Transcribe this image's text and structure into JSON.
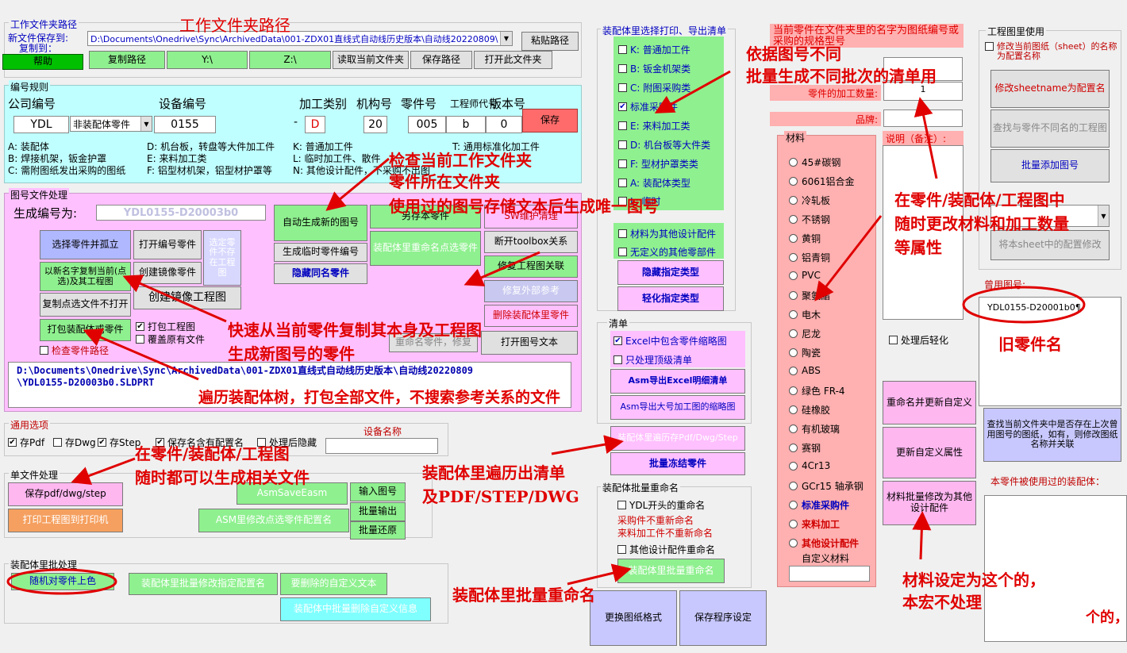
{
  "workpath": {
    "group_title": "工作文件夹路径",
    "new_save_label": "新文件保存到:",
    "copy_to_label": "复制到：",
    "path_value": "D:\\Documents\\Onedrive\\Sync\\ArchivedData\\001-ZDX01直线式自动线历史版本\\自动线20220809\\",
    "help": "帮助",
    "paste_path": "粘贴路径",
    "copy_path": "复制路径",
    "y_drive": "Y:\\",
    "z_drive": "Z:\\",
    "read_folder": "读取当前文件夹",
    "save_path": "保存路径",
    "open_folder": "打开此文件夹"
  },
  "numbering": {
    "group_title": "编号规则",
    "company_label": "公司编号",
    "device_label": "设备编号",
    "process_label": "加工类别",
    "mechanism_label": "机构号",
    "part_label": "零件号",
    "engineer_label": "工程师代号",
    "version_label": "版本号",
    "company_value": "YDL",
    "type_select": "非装配体零件",
    "device_value": "0155",
    "dash": "-",
    "process_value": "D",
    "mechanism_value": "20",
    "part_value": "005",
    "engineer_value": "b",
    "version_value": "0",
    "save": "保存",
    "legend": [
      "A: 装配体",
      "B: 焊接机架，钣金护罩",
      "C: 需附图纸发出采购的图纸",
      "D: 机台板，转盘等大件加工件",
      "E: 来料加工类",
      "F: 铝型材机架，铝型材护罩等",
      "K: 普通加工件",
      "L: 临时加工件、散件",
      "N: 其他设计配件，不采购不出图",
      "T: 通用标准化加工件"
    ]
  },
  "drawing": {
    "group_title": "图号文件处理",
    "gen_label": "生成编号为:",
    "gen_value": "YDL0155-D20003b0",
    "select_isolate": "选择零件并孤立",
    "open_numbered": "打开编号零件",
    "select_missing": "选定零件不存在工程图",
    "auto_gen": "自动生成新的图号",
    "save_as_part": "另存本零件",
    "sw_cleanup": "SW维护清理",
    "copy_new_name": "以新名字复制当前(点选)及其工程图",
    "create_mirror": "创建镜像零件",
    "gen_temp": "生成临时零件编号",
    "asm_rename_selected": "装配体里重命名点选零件",
    "break_toolbox": "断开toolbox关系",
    "hide_same_name": "隐藏同名零件",
    "create_mirror_dwg": "创建镜像工程图",
    "repair_dwg": "修复工程图关联",
    "copy_no_open": "复制点选文件不打开",
    "repair_ext": "修复外部参考",
    "pack_asm": "打包装配体或零件",
    "pack_dwg": "打包工程图",
    "overwrite": "覆盖原有文件",
    "delete_asm_part": "删除装配体里零件",
    "check_path": "检查零件路径",
    "rename_part": "重命名零件，修复",
    "open_dwg_text": "打开图号文本",
    "path_text_line1": "D:\\Documents\\Onedrive\\Sync\\ArchivedData\\001-ZDX01直线式自动线历史版本\\自动线20220809",
    "path_text_line2": "\\YDL0155-D20003b0.SLDPRT"
  },
  "general": {
    "group_title": "通用选项",
    "save_pdf": "存Pdf",
    "save_dwg": "存Dwg",
    "save_step": "存Step",
    "save_all_config": "保存名含有配置名",
    "hide_after": "处理后隐藏",
    "device_name_label": "设备名称"
  },
  "single": {
    "group_title": "单文件处理",
    "save_pdf_dwg_step": "保存pdf/dwg/step",
    "print_dwg": "打印工程图到打印机",
    "asm_save_easm": "AsmSaveEasm",
    "input_number": "输入图号",
    "batch_export": "批量输出",
    "asm_modify_config": "ASM里修改点选零件配置名",
    "batch_restore": "批量还原"
  },
  "asm_batch": {
    "group_title": "装配体里批处理",
    "random_color": "随机对零件上色",
    "batch_config": "装配体里批量修改指定配置名",
    "delete_custom": "要删除的自定义文本",
    "batch_delete_custom": "装配体中批量删除自定义信息"
  },
  "list_select": {
    "group_title": "装配体里选择打印、导出清单",
    "items": [
      {
        "label": "K: 普通加工件",
        "checked": false
      },
      {
        "label": "B: 钣金机架类",
        "checked": false
      },
      {
        "label": "C: 附图采购类",
        "checked": false
      },
      {
        "label": "标准采购件",
        "checked": true
      },
      {
        "label": "E: 来料加工类",
        "checked": false
      },
      {
        "label": "D: 机台板等大件类",
        "checked": false
      },
      {
        "label": "F: 型材护罩类类",
        "checked": false
      },
      {
        "label": "A: 装配体类型",
        "checked": false
      },
      {
        "label": "L: 临时",
        "checked": false
      }
    ],
    "material_other": "材料为其他设计配件",
    "undefined_other": "无定义的其他零部件",
    "hide_type": "隐藏指定类型",
    "lighten_type": "轻化指定类型"
  },
  "bom": {
    "group_title": "清单",
    "excel_thumb": "Excel中包含零件缩略图",
    "top_only": "只处理顶级清单",
    "export_excel": "Asm导出Excel明细清单",
    "export_big_thumb": "Asm导出大号加工图的缩略图",
    "traverse_save": "装配体里遍历存Pdf/Dwg/Step",
    "batch_freeze": "批量冻结零件"
  },
  "asm_rename": {
    "group_title": "装配体批量重命名",
    "ydl_rename": "YDL开头的重命名",
    "note1": "采购件不重新命名",
    "note2": "来料加工件不重新命名",
    "other_rename": "其他设计配件重命名",
    "batch_rename": "装配体里批量重命名",
    "change_format": "更换图纸格式",
    "save_settings": "保存程序设定"
  },
  "props": {
    "name_hint": "当前零件在文件夹里的名字为图纸编号或采购的规格型号",
    "qty_label": "零件的加工数量:",
    "qty_value": "1",
    "brand_label": "品牌:",
    "note_label": "说明（备注）:",
    "material_group": "材料",
    "materials": [
      "45#碳钢",
      "6061铝合金",
      "冷轧板",
      "不锈钢",
      "黄铜",
      "铝青铜",
      "PVC",
      "聚氨酯",
      "电木",
      "尼龙",
      "陶瓷",
      "ABS",
      "绿色 FR-4",
      "硅橡胶",
      "有机玻璃",
      "赛钢",
      "4Cr13",
      "GCr15 轴承钢"
    ],
    "mat_standard": "标准采购件",
    "mat_incoming": "来料加工",
    "mat_other": "其他设计配件",
    "custom_material": "自定义材料",
    "lighten_after": "处理后轻化",
    "rename_update": "重命名并更新自定义",
    "update_custom": "更新自定义属性",
    "batch_material": "材料批量修改为其他设计配件"
  },
  "drawing_use": {
    "group_title": "工程图里使用",
    "sheet_config": "修改当前图纸（sheet）的名称为配置名称",
    "rename_sheet": "修改sheetname为配置名",
    "find_diff": "查找与零件不同名的工程图",
    "batch_add": "批量添加图号",
    "modify_sheet_config": "将本sheet中的配置修改",
    "used_label": "曾用图号:",
    "used_value": "YDL0155-D20001b0¶",
    "find_used": "查找当前文件夹中是否存在上次曾用图号的图纸，如有，则修改图纸名称并关联",
    "used_in_label": "本零件被使用过的装配体："
  },
  "annotations": {
    "work_path": "工作文件夹路径",
    "batch_lists_1": "依据图号不同",
    "batch_lists_2": "批量生成不同批次的清单用",
    "check_folder_1": "检查当前工作文件夹",
    "check_folder_2": "零件所在文件夹",
    "check_folder_3": "使用过的图号存储文本后生成唯一图号",
    "modify_props_1": "在零件/装配体/工程图中",
    "modify_props_2": "随时更改材料和加工数量",
    "modify_props_3": "等属性",
    "copy_part_1": "快速从当前零件复制其本身及工程图",
    "copy_part_2": "生成新图号的零件",
    "traverse": "遍历装配体树，打包全部文件，不搜索参考关系的文件",
    "gen_files_1": "在零件/装配体/工程图",
    "gen_files_2": "随时都可以生成相关文件",
    "traverse_list_1": "装配体里遍历出清单",
    "traverse_list_2": "及PDF/STEP/DWG",
    "old_name": "旧零件名",
    "batch_rename": "装配体里批量重命名",
    "mat_skip_1": "材料设定为这个的，",
    "mat_skip_2": "本宏不处理",
    "cut": "个的，"
  }
}
